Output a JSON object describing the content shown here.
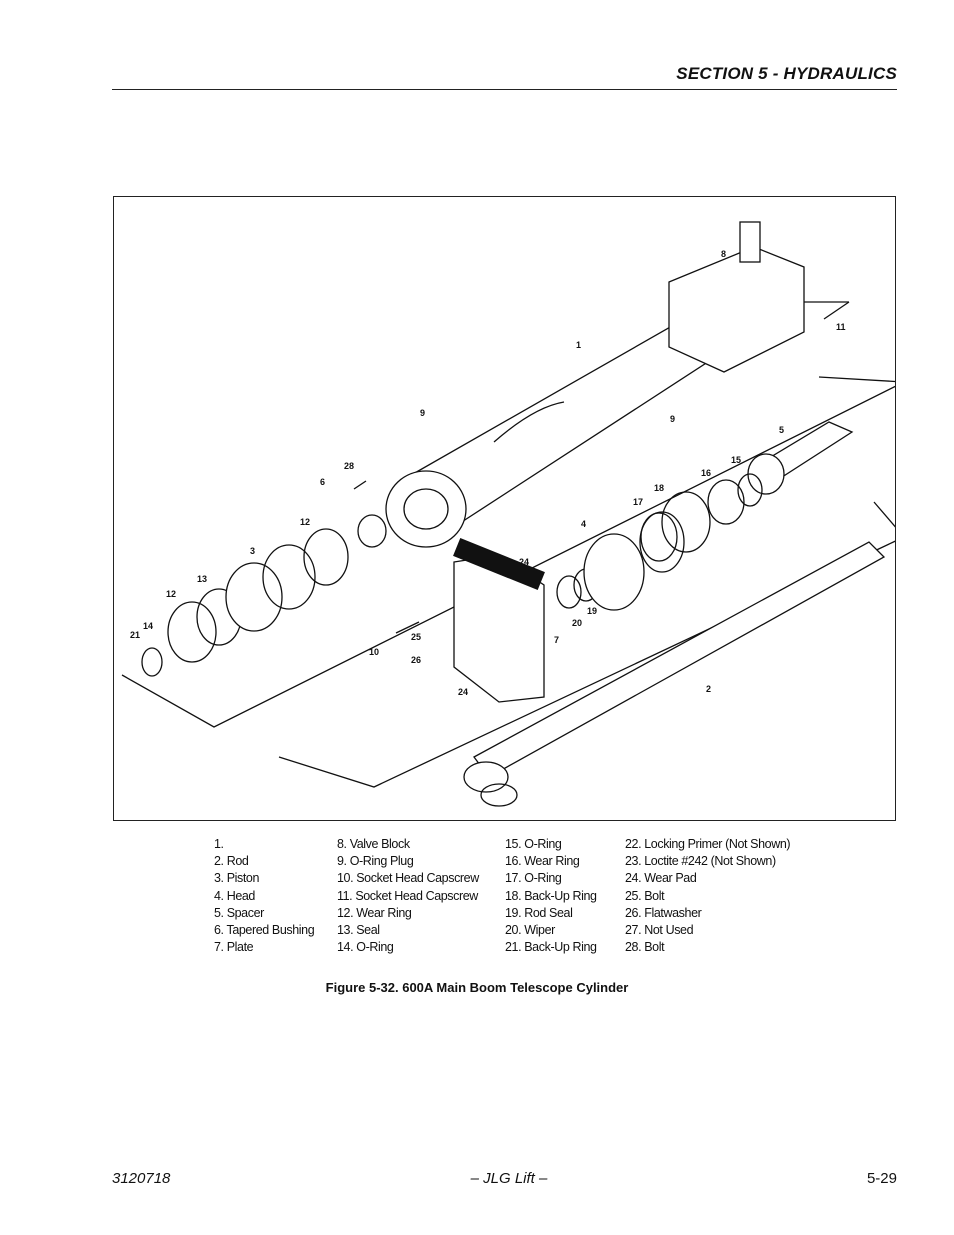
{
  "header": {
    "section_title": "SECTION 5 - HYDRAULICS"
  },
  "legend": {
    "col1": [
      "1.",
      "2.   Rod",
      "3.   Piston",
      "4.   Head",
      "5.   Spacer",
      "6.   Tapered Bushing",
      "7.   Plate"
    ],
    "col2": [
      "8.  Valve Block",
      "9.   O-Ring Plug",
      "10. Socket Head Capscrew",
      "11.  Socket Head Capscrew",
      "12. Wear Ring",
      "13. Seal",
      "14. O-Ring"
    ],
    "col3": [
      "15. O-Ring",
      "16. Wear Ring",
      "17. O-Ring",
      "18. Back-Up Ring",
      "19. Rod Seal",
      "20. Wiper",
      "21. Back-Up Ring"
    ],
    "col4": [
      "22. Locking Primer (Not Shown)",
      "23. Loctite #242 (Not Shown)",
      "24. Wear Pad",
      "25. Bolt",
      "26. Flatwasher",
      "27. Not Used",
      "28. Bolt"
    ]
  },
  "callouts": [
    "1",
    "2",
    "3",
    "4",
    "5",
    "6",
    "7",
    "8",
    "9",
    "9",
    "10",
    "11",
    "12",
    "12",
    "13",
    "14",
    "15",
    "16",
    "17",
    "18",
    "19",
    "20",
    "21",
    "24",
    "24",
    "25",
    "26",
    "28"
  ],
  "caption": "Figure 5-32.   600A Main Boom Telescope Cylinder",
  "footer": {
    "doc_number": "3120718",
    "center": "– JLG Lift –",
    "page": "5-29"
  }
}
